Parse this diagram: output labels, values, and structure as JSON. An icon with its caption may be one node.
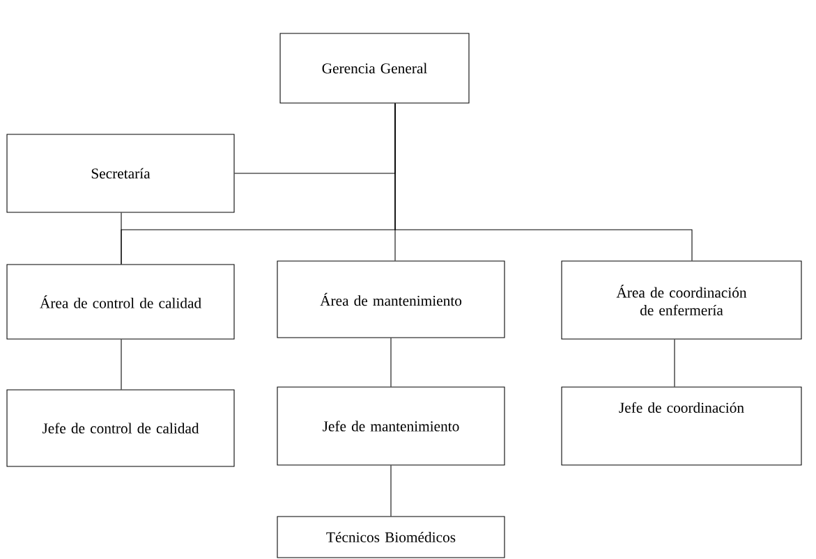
{
  "diagram": {
    "nodes": [
      {
        "text": [
          "Gerencia General"
        ]
      },
      {
        "text": [
          "Secretaría"
        ]
      },
      {
        "text": [
          "Área de control de calidad"
        ]
      },
      {
        "text": [
          "Área de mantenimiento"
        ]
      },
      {
        "text": [
          "Área de coordinación de enfermería"
        ]
      },
      {
        "text": [
          "Jefe de control de calidad"
        ]
      },
      {
        "text": [
          "Jefe de mantenimiento"
        ]
      },
      {
        "text": [
          "Jefe de coordinación"
        ]
      },
      {
        "text": [
          "Técnicos Biomédicos"
        ]
      }
    ],
    "edges": [
      {
        "from": 0,
        "to": 1,
        "arrow": "none"
      },
      {
        "from": 0,
        "to": 2,
        "arrow": "none"
      },
      {
        "from": 0,
        "to": 3,
        "arrow": "none"
      },
      {
        "from": 0,
        "to": 4,
        "arrow": "none"
      },
      {
        "from": 1,
        "to": 2,
        "arrow": "none"
      },
      {
        "from": 2,
        "to": 5,
        "arrow": "none"
      },
      {
        "from": 3,
        "to": 6,
        "arrow": "none"
      },
      {
        "from": 4,
        "to": 7,
        "arrow": "none"
      },
      {
        "from": 6,
        "to": 8,
        "arrow": "none"
      }
    ]
  }
}
